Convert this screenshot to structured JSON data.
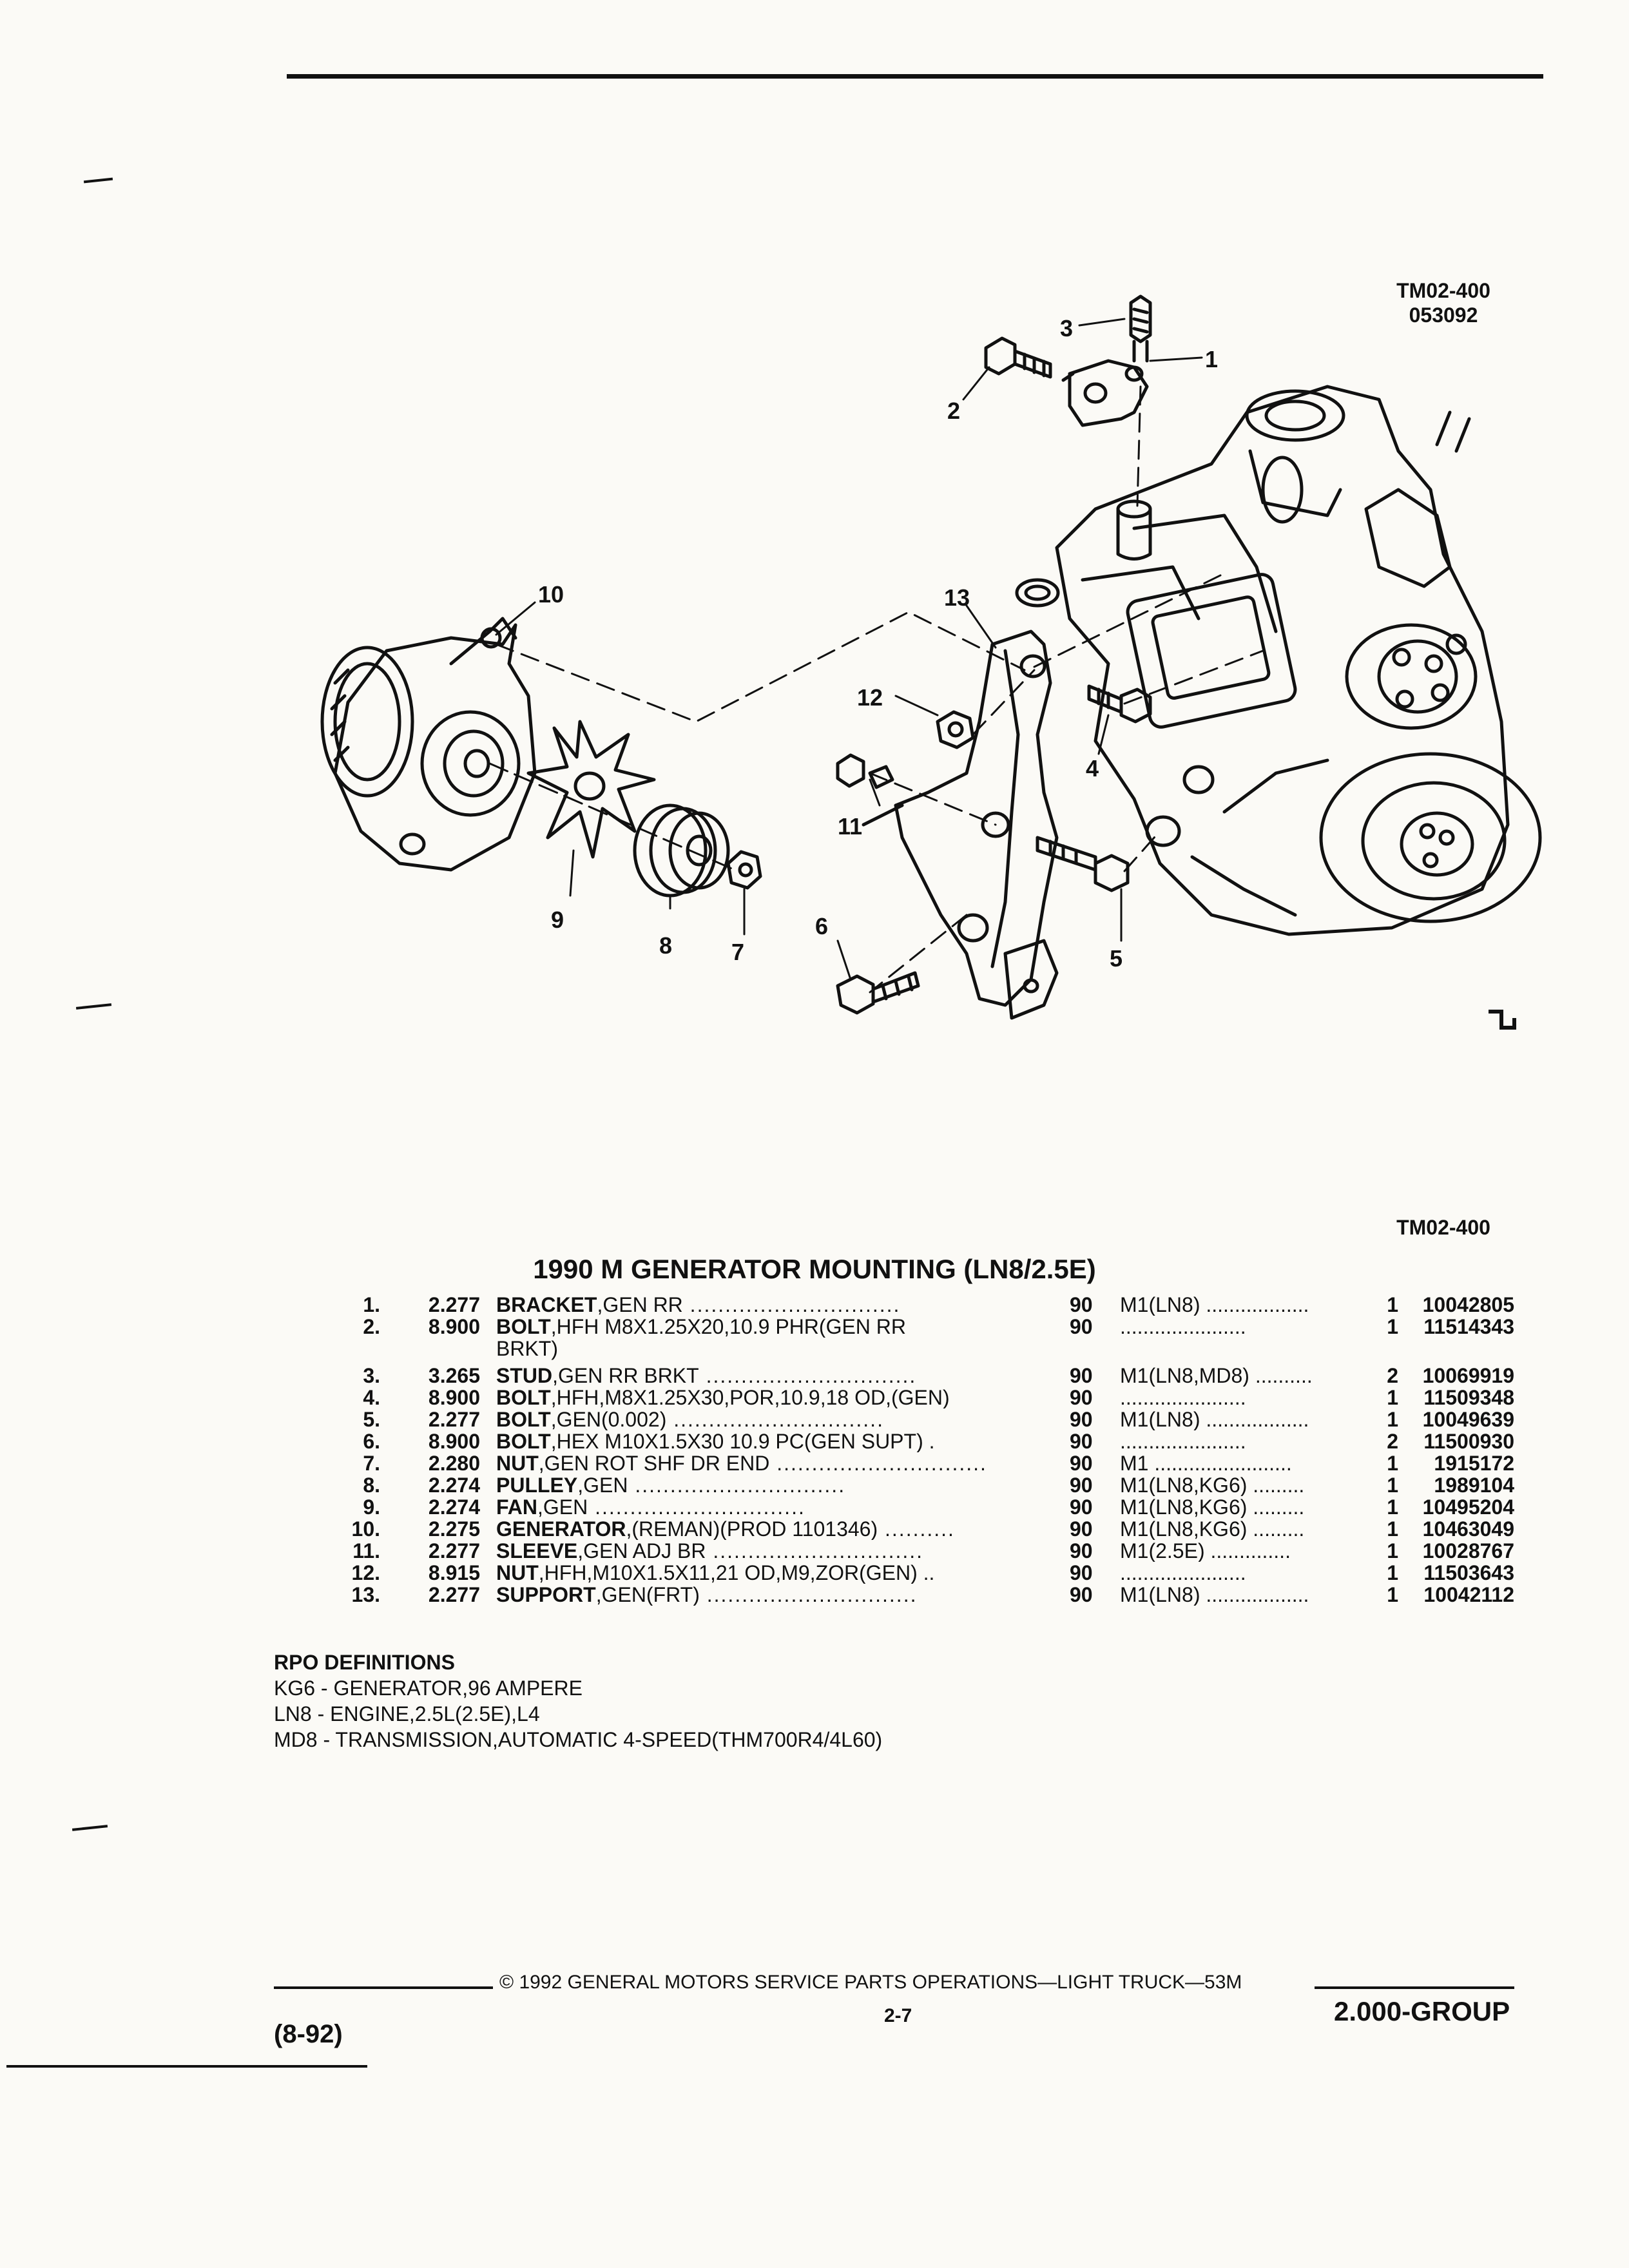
{
  "figure": {
    "code_top": "TM02-400",
    "code_sub": "053092",
    "code_bottom": "TM02-400",
    "callouts": [
      "1",
      "2",
      "3",
      "4",
      "5",
      "6",
      "7",
      "8",
      "9",
      "10",
      "11",
      "12",
      "13"
    ]
  },
  "title": "1990 M GENERATOR MOUNTING (LN8/2.5E)",
  "parts": [
    {
      "idx": "1.",
      "grp": "2.277",
      "name": "BRACKET",
      "desc": ",GEN RR",
      "yr": "90",
      "usage": "M1(LN8)",
      "qty": "1",
      "pn": "10042805"
    },
    {
      "idx": "2.",
      "grp": "8.900",
      "name": "BOLT",
      "desc": ",HFH M8X1.25X20,10.9 PHR(GEN RR",
      "cont": "BRKT)",
      "yr": "90",
      "usage": "",
      "qty": "1",
      "pn": "11514343"
    },
    {
      "idx": "3.",
      "grp": "3.265",
      "name": "STUD",
      "desc": ",GEN RR BRKT",
      "yr": "90",
      "usage": "M1(LN8,MD8)",
      "qty": "2",
      "pn": "10069919"
    },
    {
      "idx": "4.",
      "grp": "8.900",
      "name": "BOLT",
      "desc": ",HFH,M8X1.25X30,POR,10.9,18 OD,(GEN)",
      "yr": "90",
      "usage": "",
      "qty": "1",
      "pn": "11509348"
    },
    {
      "idx": "5.",
      "grp": "2.277",
      "name": "BOLT",
      "desc": ",GEN(0.002)",
      "yr": "90",
      "usage": "M1(LN8)",
      "qty": "1",
      "pn": "10049639"
    },
    {
      "idx": "6.",
      "grp": "8.900",
      "name": "BOLT",
      "desc": ",HEX M10X1.5X30 10.9 PC(GEN SUPT)",
      "yr": "90",
      "usage": "",
      "qty": "2",
      "pn": "11500930"
    },
    {
      "idx": "7.",
      "grp": "2.280",
      "name": "NUT",
      "desc": ",GEN ROT SHF DR END",
      "yr": "90",
      "usage": "M1",
      "qty": "1",
      "pn": "1915172"
    },
    {
      "idx": "8.",
      "grp": "2.274",
      "name": "PULLEY",
      "desc": ",GEN",
      "yr": "90",
      "usage": "M1(LN8,KG6)",
      "qty": "1",
      "pn": "1989104"
    },
    {
      "idx": "9.",
      "grp": "2.274",
      "name": "FAN",
      "desc": ",GEN",
      "yr": "90",
      "usage": "M1(LN8,KG6)",
      "qty": "1",
      "pn": "10495204"
    },
    {
      "idx": "10.",
      "grp": "2.275",
      "name": "GENERATOR",
      "desc": ",(REMAN)(PROD 1101346)",
      "yr": "90",
      "usage": "M1(LN8,KG6)",
      "qty": "1",
      "pn": "10463049"
    },
    {
      "idx": "11.",
      "grp": "2.277",
      "name": "SLEEVE",
      "desc": ",GEN ADJ BR",
      "yr": "90",
      "usage": "M1(2.5E)",
      "qty": "1",
      "pn": "10028767"
    },
    {
      "idx": "12.",
      "grp": "8.915",
      "name": "NUT",
      "desc": ",HFH,M10X1.5X11,21 OD,M9,ZOR(GEN)",
      "yr": "90",
      "usage": "",
      "qty": "1",
      "pn": "11503643"
    },
    {
      "idx": "13.",
      "grp": "2.277",
      "name": "SUPPORT",
      "desc": ",GEN(FRT)",
      "yr": "90",
      "usage": "M1(LN8)",
      "qty": "1",
      "pn": "10042112"
    }
  ],
  "rpo": {
    "heading": "RPO DEFINITIONS",
    "items": [
      "KG6 - GENERATOR,96 AMPERE",
      "LN8 - ENGINE,2.5L(2.5E),L4",
      "MD8 - TRANSMISSION,AUTOMATIC 4-SPEED(THM700R4/4L60)"
    ]
  },
  "footer": {
    "date": "(8-92)",
    "copyright": "© 1992 GENERAL MOTORS SERVICE PARTS OPERATIONS—LIGHT TRUCK—53M",
    "page": "2-7",
    "group": "2.000-GROUP"
  }
}
